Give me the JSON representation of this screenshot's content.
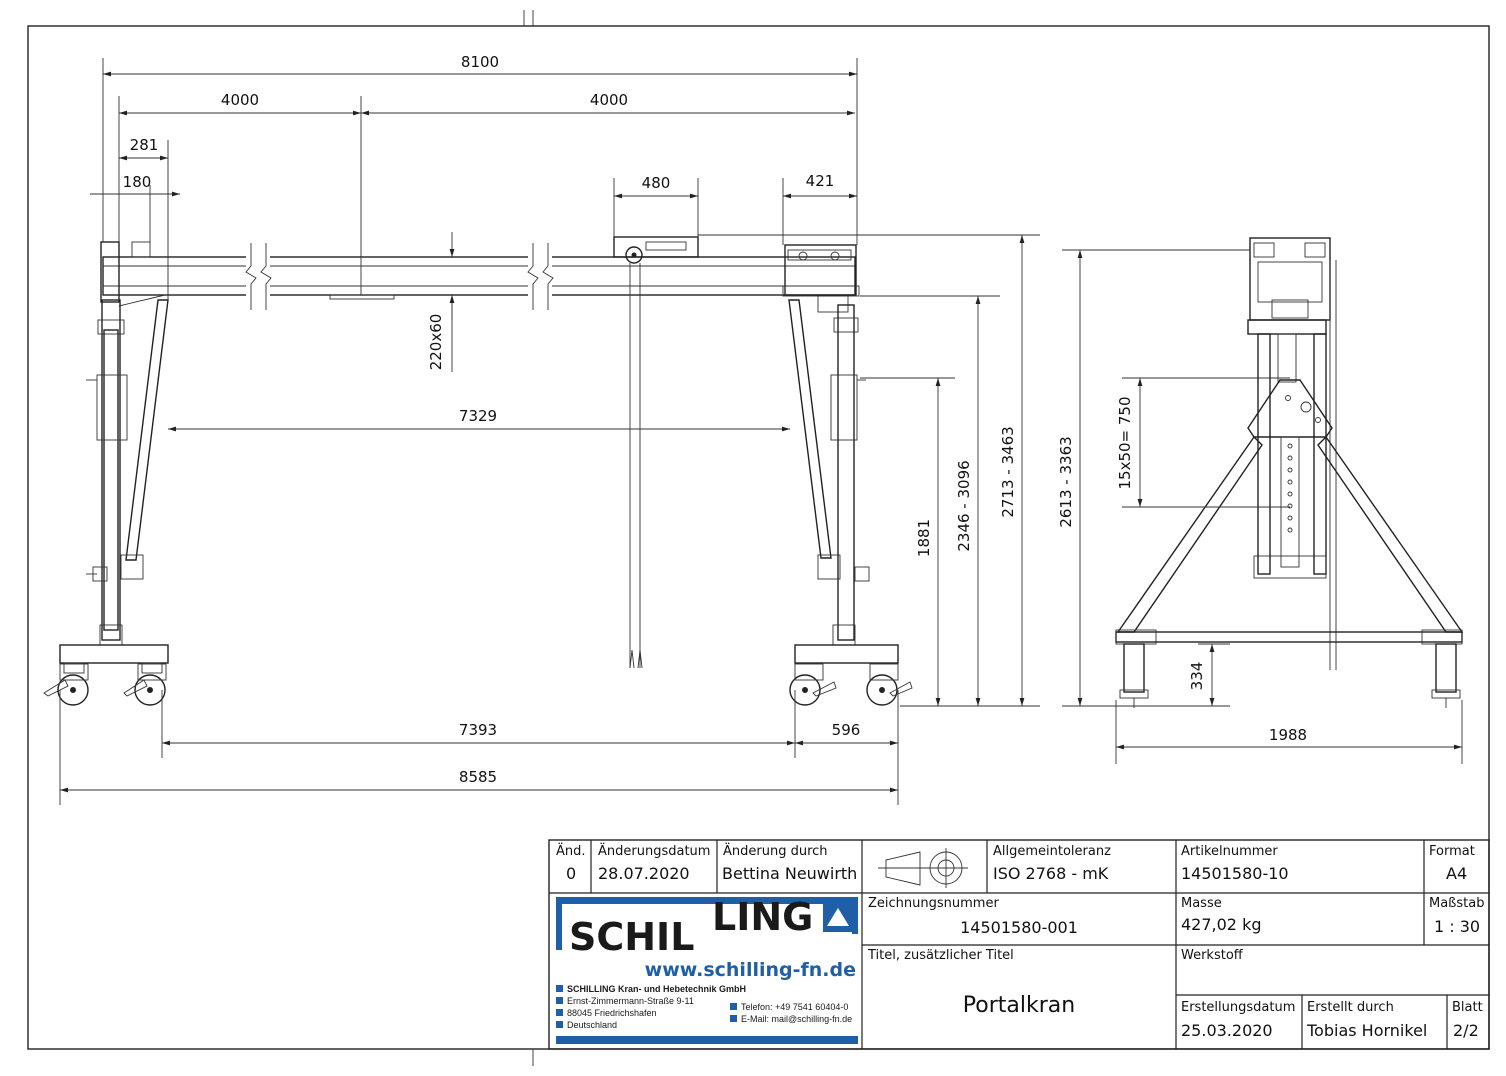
{
  "dimensions": {
    "overall_length": "8100",
    "half_left": "4000",
    "half_right": "4000",
    "d281": "281",
    "d180": "180",
    "trolley_width": "480",
    "end_width": "421",
    "beam_profile": "220x60",
    "inner_span": "7329",
    "hook_height": "1881",
    "beam_height_range": "2346 - 3096",
    "top_height_range": "2713 - 3463",
    "wheel_span": "7393",
    "base_width": "596",
    "total_length": "8585",
    "side_height_range": "2613 - 3363",
    "adjust_holes": "15x50= 750",
    "side_foot": "334",
    "side_width": "1988"
  },
  "title_block": {
    "revision_header": "Änd.",
    "revision_value": "0",
    "change_date_header": "Änderungsdatum",
    "change_date_value": "28.07.2020",
    "changed_by_header": "Änderung durch",
    "changed_by_value": "Bettina Neuwirth",
    "tolerance_header": "Allgemeintoleranz",
    "tolerance_value": "ISO 2768 - mK",
    "article_header": "Artikelnummer",
    "article_value": "14501580-10",
    "format_header": "Format",
    "format_value": "A4",
    "drawing_no_header": "Zeichnungsnummer",
    "drawing_no_value": "14501580-001",
    "mass_header": "Masse",
    "mass_value": "427,02 kg",
    "scale_header": "Maßstab",
    "scale_value": "1 : 30",
    "title_header": "Titel, zusätzlicher Titel",
    "title_value": "Portalkran",
    "material_header": "Werkstoff",
    "created_date_header": "Erstellungsdatum",
    "created_date_value": "25.03.2020",
    "created_by_header": "Erstellt durch",
    "created_by_value": "Tobias Hornikel",
    "sheet_header": "Blatt",
    "sheet_value": "2/2"
  },
  "logo": {
    "brand_left": "SCHIL",
    "brand_right": "LING",
    "website": "www.schilling-fn.de",
    "company": "SCHILLING Kran- und Hebetechnik GmbH",
    "street": "Ernst-Zimmermann-Straße 9-11",
    "city": "88045 Friedrichshafen",
    "country": "Deutschland",
    "phone": "Telefon: +49 7541 60404-0",
    "email": "E-Mail: mail@schilling-fn.de"
  },
  "colors": {
    "brand_blue": "#1f5fa8",
    "brand_dark": "#1a1a1a",
    "line": "#222222"
  }
}
